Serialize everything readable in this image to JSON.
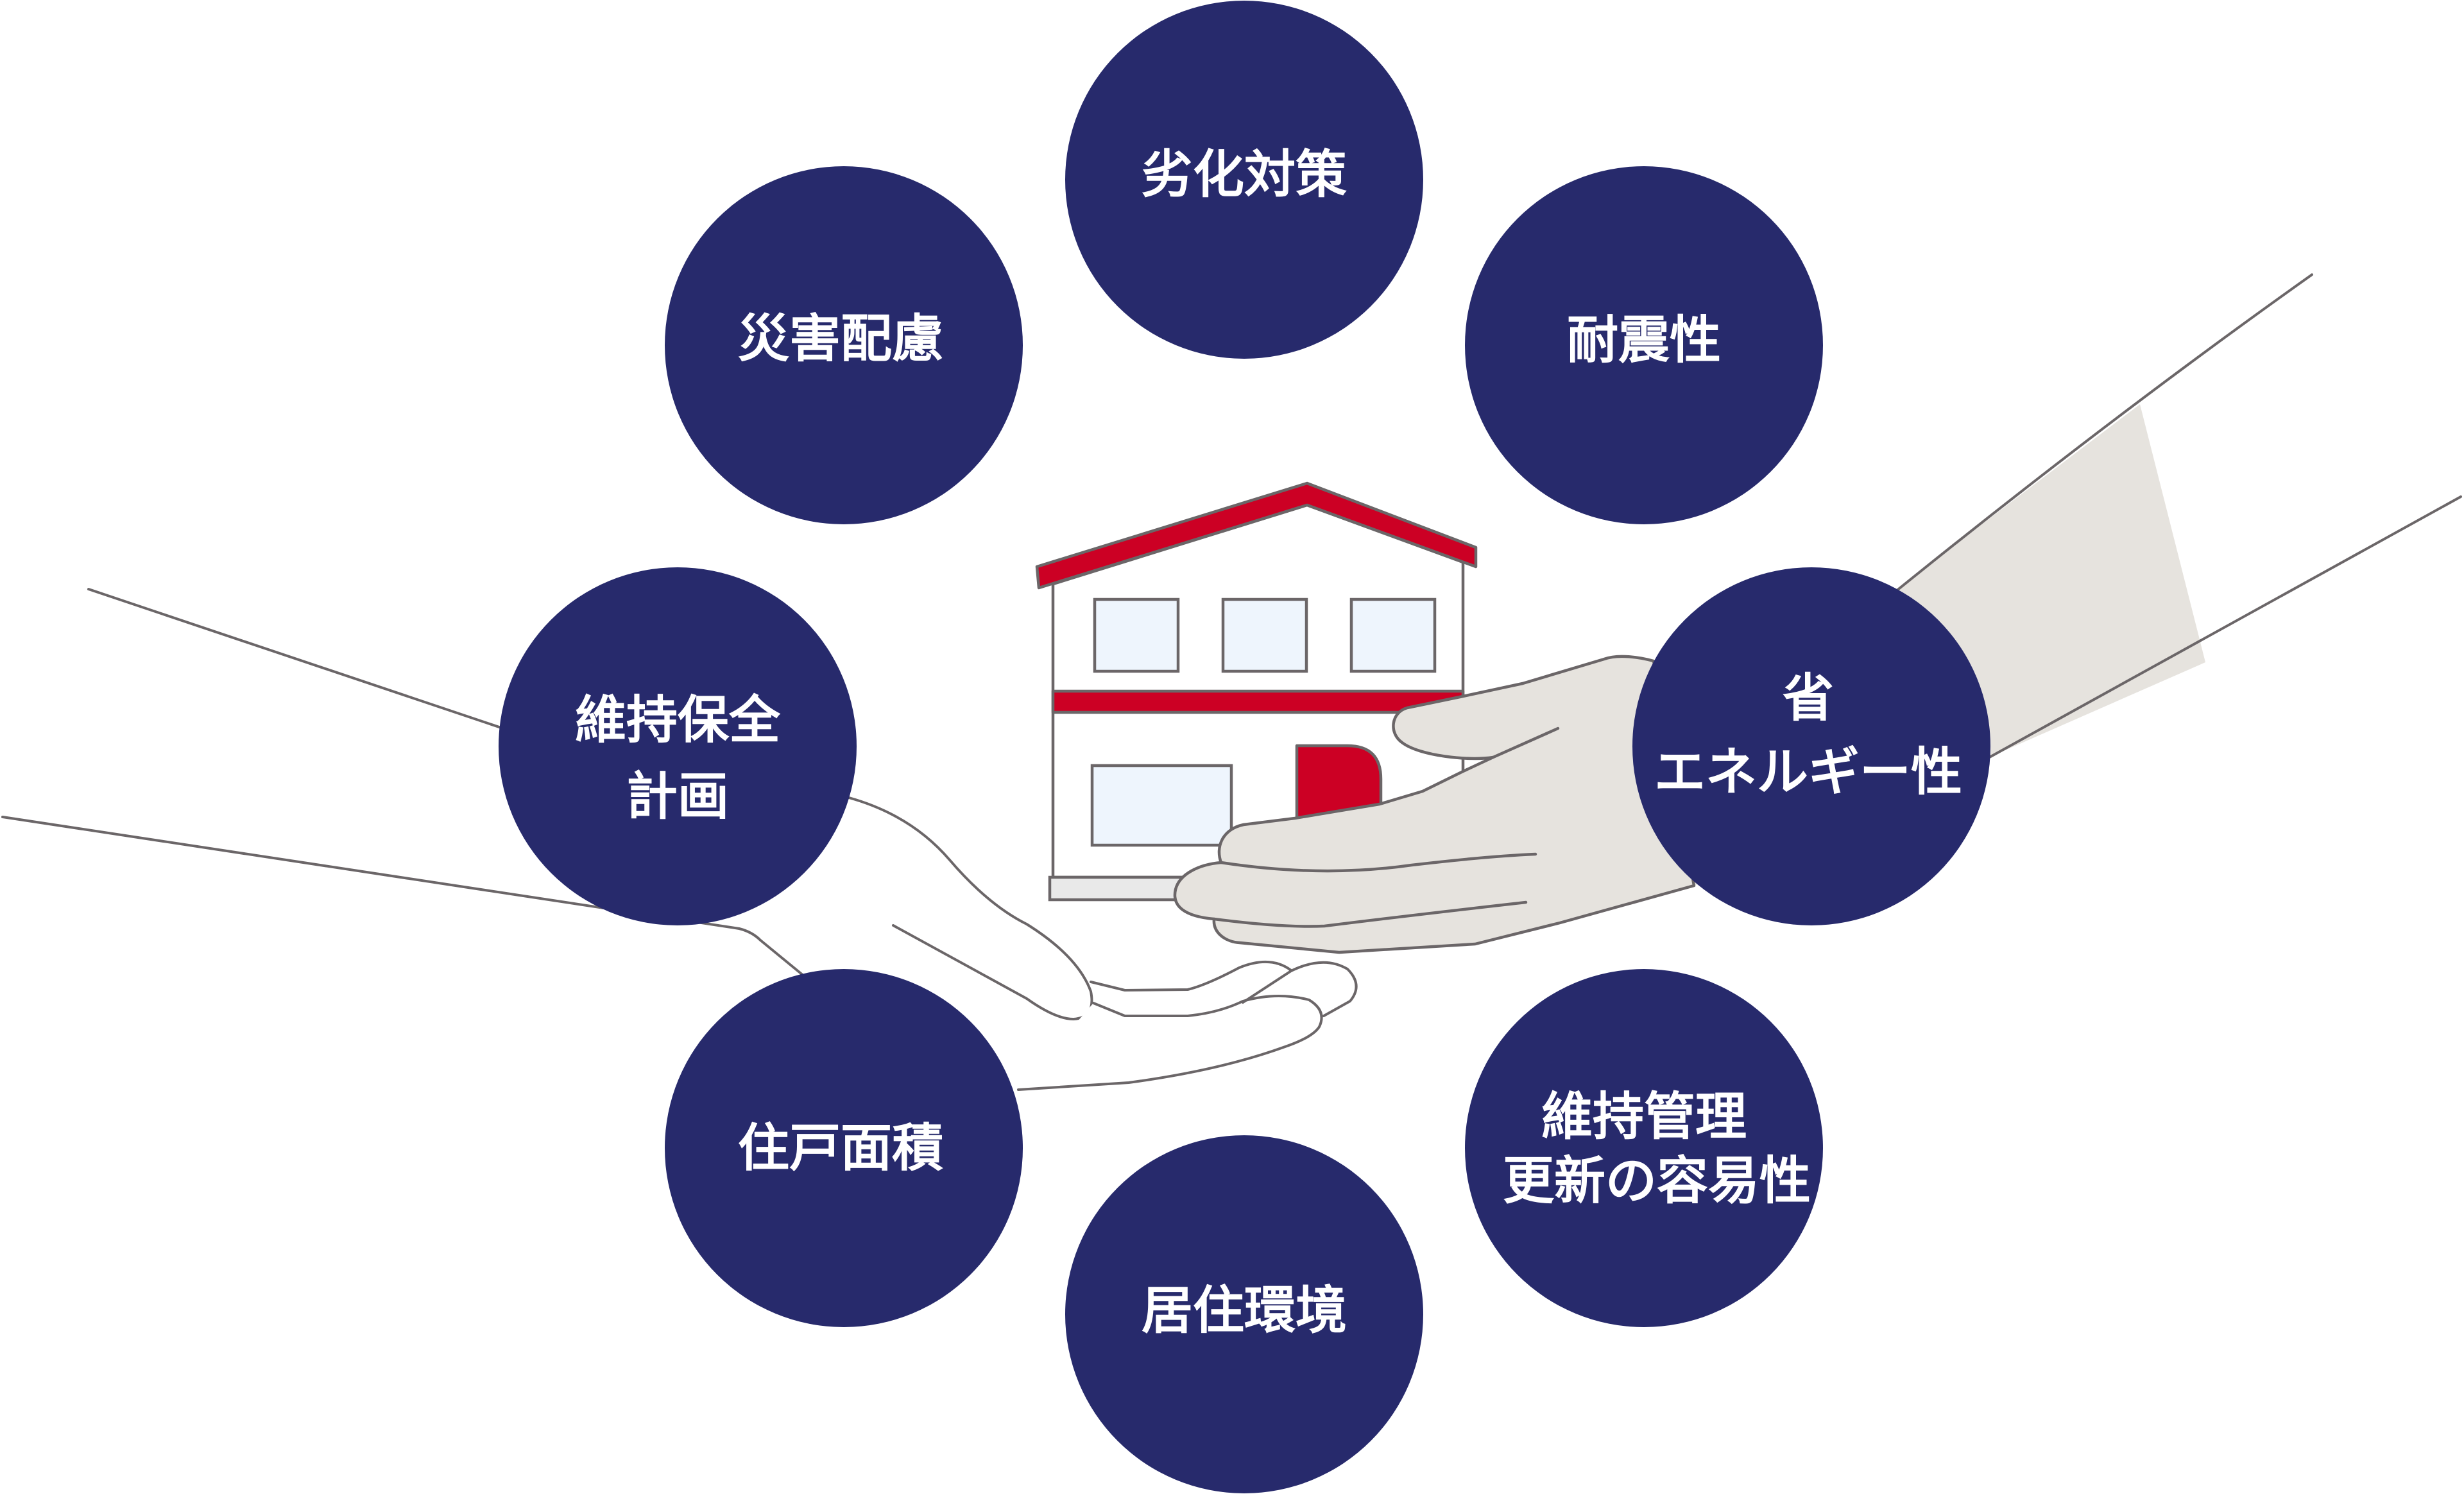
{
  "diagram": {
    "description": "House held between two hands, surrounded by eight housing performance factors",
    "factors": [
      {
        "key": "deterioration",
        "lines": [
          "劣化対策"
        ]
      },
      {
        "key": "earthquake",
        "lines": [
          "耐震性"
        ]
      },
      {
        "key": "disaster",
        "lines": [
          "災害配慮"
        ]
      },
      {
        "key": "maintenance-plan",
        "lines": [
          "維持保全",
          "計画"
        ]
      },
      {
        "key": "energy",
        "lines": [
          "省",
          "エネルギー性"
        ]
      },
      {
        "key": "floor-area",
        "lines": [
          "住戸面積"
        ]
      },
      {
        "key": "maintenance-ease",
        "lines": [
          "維持管理",
          "更新の容易性"
        ]
      },
      {
        "key": "environment",
        "lines": [
          "居住環境"
        ]
      }
    ]
  },
  "colors": {
    "circle": "#272a6c",
    "roof_red": "#cc0024",
    "glove_beige": "#e6e3de",
    "outline": "#6b6668",
    "window": "#eef5fd",
    "label_text": "#ffffff"
  }
}
